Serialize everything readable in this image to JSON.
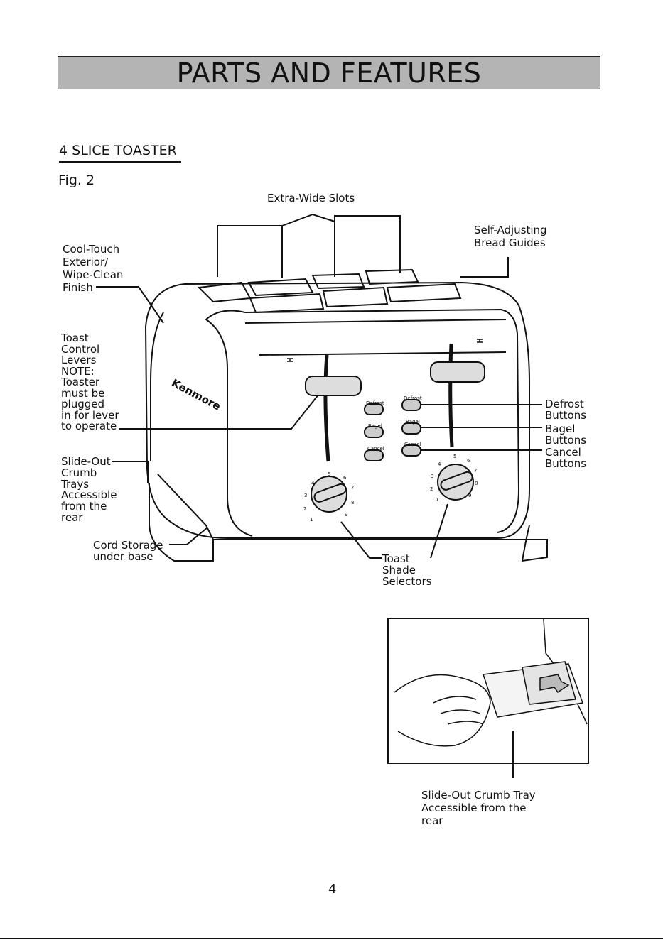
{
  "header": {
    "title": "PARTS AND FEATURES"
  },
  "section": {
    "title": "4 SLICE TOASTER",
    "figure": "Fig. 2"
  },
  "diagram": {
    "brand_logo": "Kenmore",
    "panel_labels": {
      "defrost": "Defrost",
      "bagel": "Bagel",
      "cancel": "Cancel"
    },
    "dial_numbers": [
      "1",
      "2",
      "3",
      "4",
      "5",
      "6",
      "7",
      "8",
      "9"
    ],
    "callouts": {
      "extra_wide_slots": "Extra-Wide Slots",
      "bread_guides": "Self-Adjusting\nBread Guides",
      "cool_touch": "Cool-Touch\nExterior/\nWipe-Clean\nFinish",
      "levers": "Toast\nControl\nLevers\nNOTE:\nToaster\nmust be\nplugged\nin for lever\nto operate",
      "crumb_trays": "Slide-Out\nCrumb\nTrays\nAccessible\nfrom the\nrear",
      "cord_storage": "Cord Storage\nunder base",
      "defrost_buttons": "Defrost\nButtons",
      "bagel_buttons": "Bagel\nButtons",
      "cancel_buttons": "Cancel\nButtons",
      "shade_selectors": "Toast\nShade\nSelectors"
    }
  },
  "inset": {
    "caption": "Slide-Out Crumb Tray\nAccessible from the\nrear"
  },
  "footer": {
    "page_number": "4"
  }
}
